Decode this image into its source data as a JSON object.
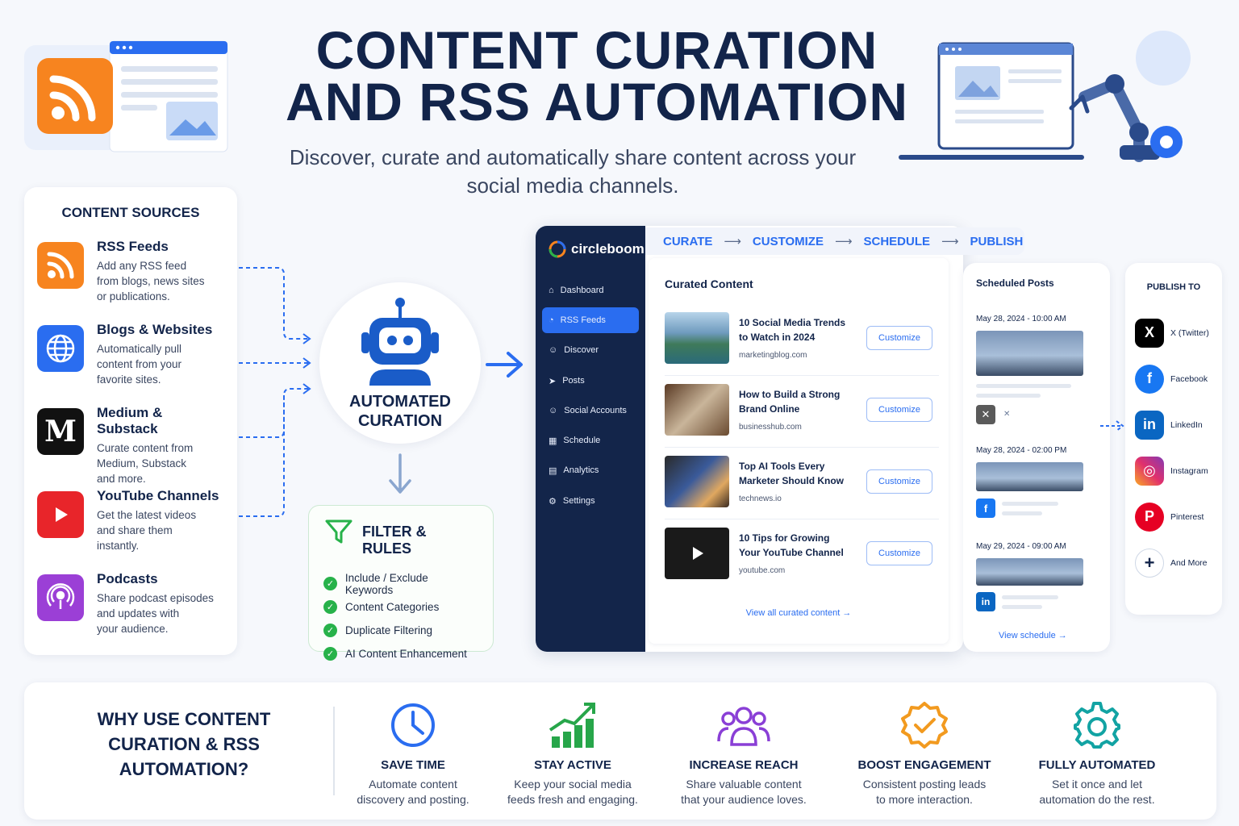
{
  "header": {
    "title_line1": "CONTENT CURATION",
    "title_line2": "AND RSS AUTOMATION",
    "subtitle": "Discover, curate and automatically share content across your social media channels."
  },
  "sources": {
    "heading": "CONTENT SOURCES",
    "items": [
      {
        "name": "RSS Feeds",
        "desc": "Add any RSS feed\nfrom blogs, news sites\nor publications.",
        "icon": "rss-icon",
        "color": "#f7841f"
      },
      {
        "name": "Blogs & Websites",
        "desc": "Automatically pull\ncontent from your\nfavorite sites.",
        "icon": "globe-icon",
        "color": "#2a6df0"
      },
      {
        "name": "Medium & Substack",
        "desc": "Curate content from\nMedium, Substack\nand more.",
        "icon": "medium-icon",
        "color": "#111111"
      },
      {
        "name": "YouTube Channels",
        "desc": "Get the latest videos\nand share them\ninstantly.",
        "icon": "youtube-icon",
        "color": "#e8252a"
      },
      {
        "name": "Podcasts",
        "desc": "Share podcast episodes\nand updates with\nyour audience.",
        "icon": "podcast-icon",
        "color": "#9b3fd6"
      }
    ]
  },
  "curation": {
    "label": "AUTOMATED\nCURATION"
  },
  "filter": {
    "heading": "FILTER & RULES",
    "rules": [
      "Include / Exclude Keywords",
      "Content Categories",
      "Duplicate Filtering",
      "AI Content Enhancement"
    ]
  },
  "app": {
    "brand": "circleboom",
    "nav": [
      {
        "label": "Dashboard",
        "icon": "home-icon",
        "active": false
      },
      {
        "label": "RSS Feeds",
        "icon": "rss-icon",
        "active": true
      },
      {
        "label": "Discover",
        "icon": "user-icon",
        "active": false
      },
      {
        "label": "Posts",
        "icon": "send-icon",
        "active": false
      },
      {
        "label": "Social Accounts",
        "icon": "user-icon",
        "active": false
      },
      {
        "label": "Schedule",
        "icon": "calendar-icon",
        "active": false
      },
      {
        "label": "Analytics",
        "icon": "chart-icon",
        "active": false
      },
      {
        "label": "Settings",
        "icon": "gear-icon",
        "active": false
      }
    ],
    "steps": [
      "CURATE",
      "CUSTOMIZE",
      "SCHEDULE",
      "PUBLISH"
    ],
    "curated": {
      "heading": "Curated Content",
      "items": [
        {
          "title": "10 Social Media Trends\nto Watch in 2024",
          "source": "marketingblog.com",
          "button": "Customize"
        },
        {
          "title": "How to Build a Strong\nBrand Online",
          "source": "businesshub.com",
          "button": "Customize"
        },
        {
          "title": "Top AI Tools Every\nMarketer Should Know",
          "source": "technews.io",
          "button": "Customize"
        },
        {
          "title": "10 Tips for Growing\nYour YouTube Channel",
          "source": "youtube.com",
          "button": "Customize"
        }
      ],
      "view_all": "View all curated content →"
    },
    "scheduled": {
      "heading": "Scheduled Posts",
      "posts": [
        {
          "date": "May 28, 2024 - 10:00 AM"
        },
        {
          "date": "May 28, 2024 - 02:00 PM"
        },
        {
          "date": "May 29, 2024 - 09:00 AM"
        }
      ],
      "view": "View schedule →"
    }
  },
  "publish": {
    "heading": "PUBLISH TO",
    "channels": [
      {
        "name": "X (Twitter)",
        "glyph": "X",
        "color": "#000000"
      },
      {
        "name": "Facebook",
        "glyph": "f",
        "color": "#1877f2"
      },
      {
        "name": "LinkedIn",
        "glyph": "in",
        "color": "#0a66c2"
      },
      {
        "name": "Instagram",
        "glyph": "◎",
        "color": "#e1306c"
      },
      {
        "name": "Pinterest",
        "glyph": "P",
        "color": "#e60023"
      },
      {
        "name": "And More",
        "glyph": "+",
        "color": "#ffffff"
      }
    ]
  },
  "why": {
    "title": "WHY USE CONTENT\nCURATION & RSS AUTOMATION?",
    "benefits": [
      {
        "title": "SAVE TIME",
        "desc": "Automate content\ndiscovery and posting.",
        "icon": "clock-icon",
        "color": "#2a6df0"
      },
      {
        "title": "STAY ACTIVE",
        "desc": "Keep your social media\nfeeds fresh and engaging.",
        "icon": "growth-chart-icon",
        "color": "#27a64a"
      },
      {
        "title": "INCREASE REACH",
        "desc": "Share valuable content\nthat your audience loves.",
        "icon": "users-icon",
        "color": "#8a3fd6"
      },
      {
        "title": "BOOST ENGAGEMENT",
        "desc": "Consistent posting leads\nto more interaction.",
        "icon": "badge-check-icon",
        "color": "#f29a1f"
      },
      {
        "title": "FULLY AUTOMATED",
        "desc": "Set it once and let\nautomation do the rest.",
        "icon": "gear-icon",
        "color": "#12a3a3"
      }
    ]
  }
}
